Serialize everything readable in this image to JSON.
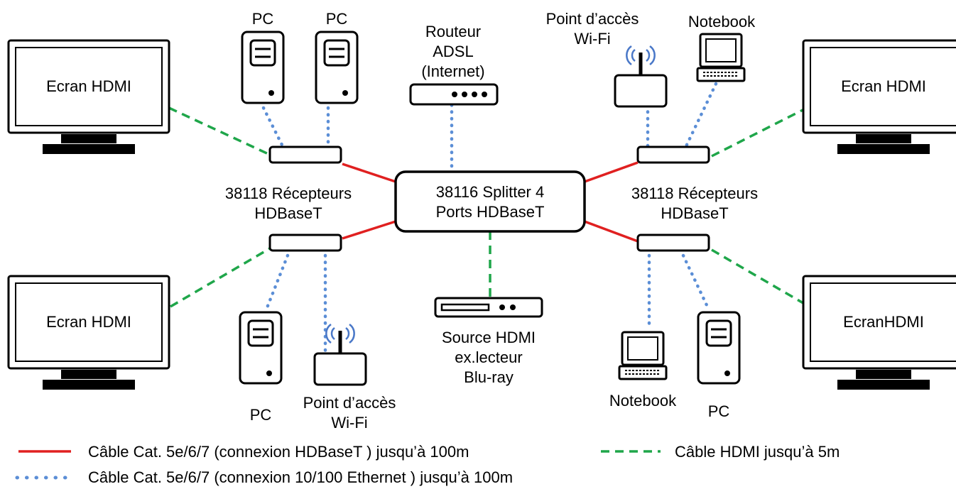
{
  "colors": {
    "hdbaset": "#e02020",
    "ethernet": "#5b8ed6",
    "hdmi": "#1fa64a",
    "wifi_waves": "#4a78c8",
    "outline": "#000000"
  },
  "splitter": {
    "line1": "38116 Splitter 4",
    "line2": "Ports HDBaseT"
  },
  "receivers_left": {
    "line1": "38118 Récepteurs",
    "line2": "HDBaseT"
  },
  "receivers_right": {
    "line1": "38118 Récepteurs",
    "line2": "HDBaseT"
  },
  "screens": {
    "top_left": "Ecran HDMI",
    "top_right": "Ecran HDMI",
    "bottom_left": "Ecran HDMI",
    "bottom_right": "EcranHDMI"
  },
  "devices": {
    "pc_label": "PC",
    "notebook_label": "Notebook",
    "router": {
      "line1": "Routeur",
      "line2": "ADSL",
      "line3": "(Internet)"
    },
    "access_point": {
      "line1": "Point d’accès",
      "line2": "Wi-Fi"
    },
    "source": {
      "line1": "Source HDMI",
      "line2": "ex.lecteur",
      "line3": "Blu-ray"
    }
  },
  "legend": {
    "hdbaset": "Câble Cat. 5e/6/7 (connexion HDBaseT ) jusqu’à 100m",
    "hdmi": "Câble HDMI jusqu’à 5m",
    "ethernet": "Câble Cat. 5e/6/7 (connexion 10/100 Ethernet ) jusqu’à 100m"
  }
}
